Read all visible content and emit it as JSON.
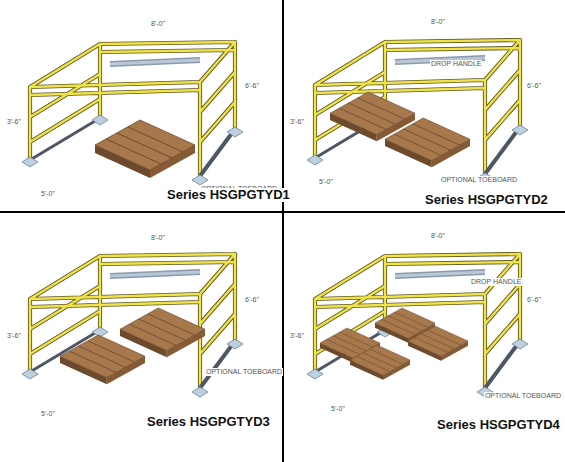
{
  "diagram": {
    "labels": [
      "8'-0\"",
      "6'-6\"",
      "3'-6\"",
      "5'-0\"",
      "OPTIONAL TOEBOARD",
      "Series HSGPGTYD1",
      "8'-0\"",
      "DROP HANDLE",
      "6'-6\"",
      "3'-6\"",
      "5'-0\"",
      "OPTIONAL TOEBOARD",
      "Series HSGPGTYD2",
      "8'-0\"",
      "6'-6\"",
      "3'-6\"",
      "OPTIONAL TOEBOARD",
      "5'-0\"",
      "Series HSGPGTYD3",
      "8'-0\"",
      "DROP HANDLE",
      "6'-6\"",
      "3'-6\"",
      "5'-0\"",
      "OPTIONAL TOEBOARD",
      "Series HSGPGTYD4"
    ]
  }
}
